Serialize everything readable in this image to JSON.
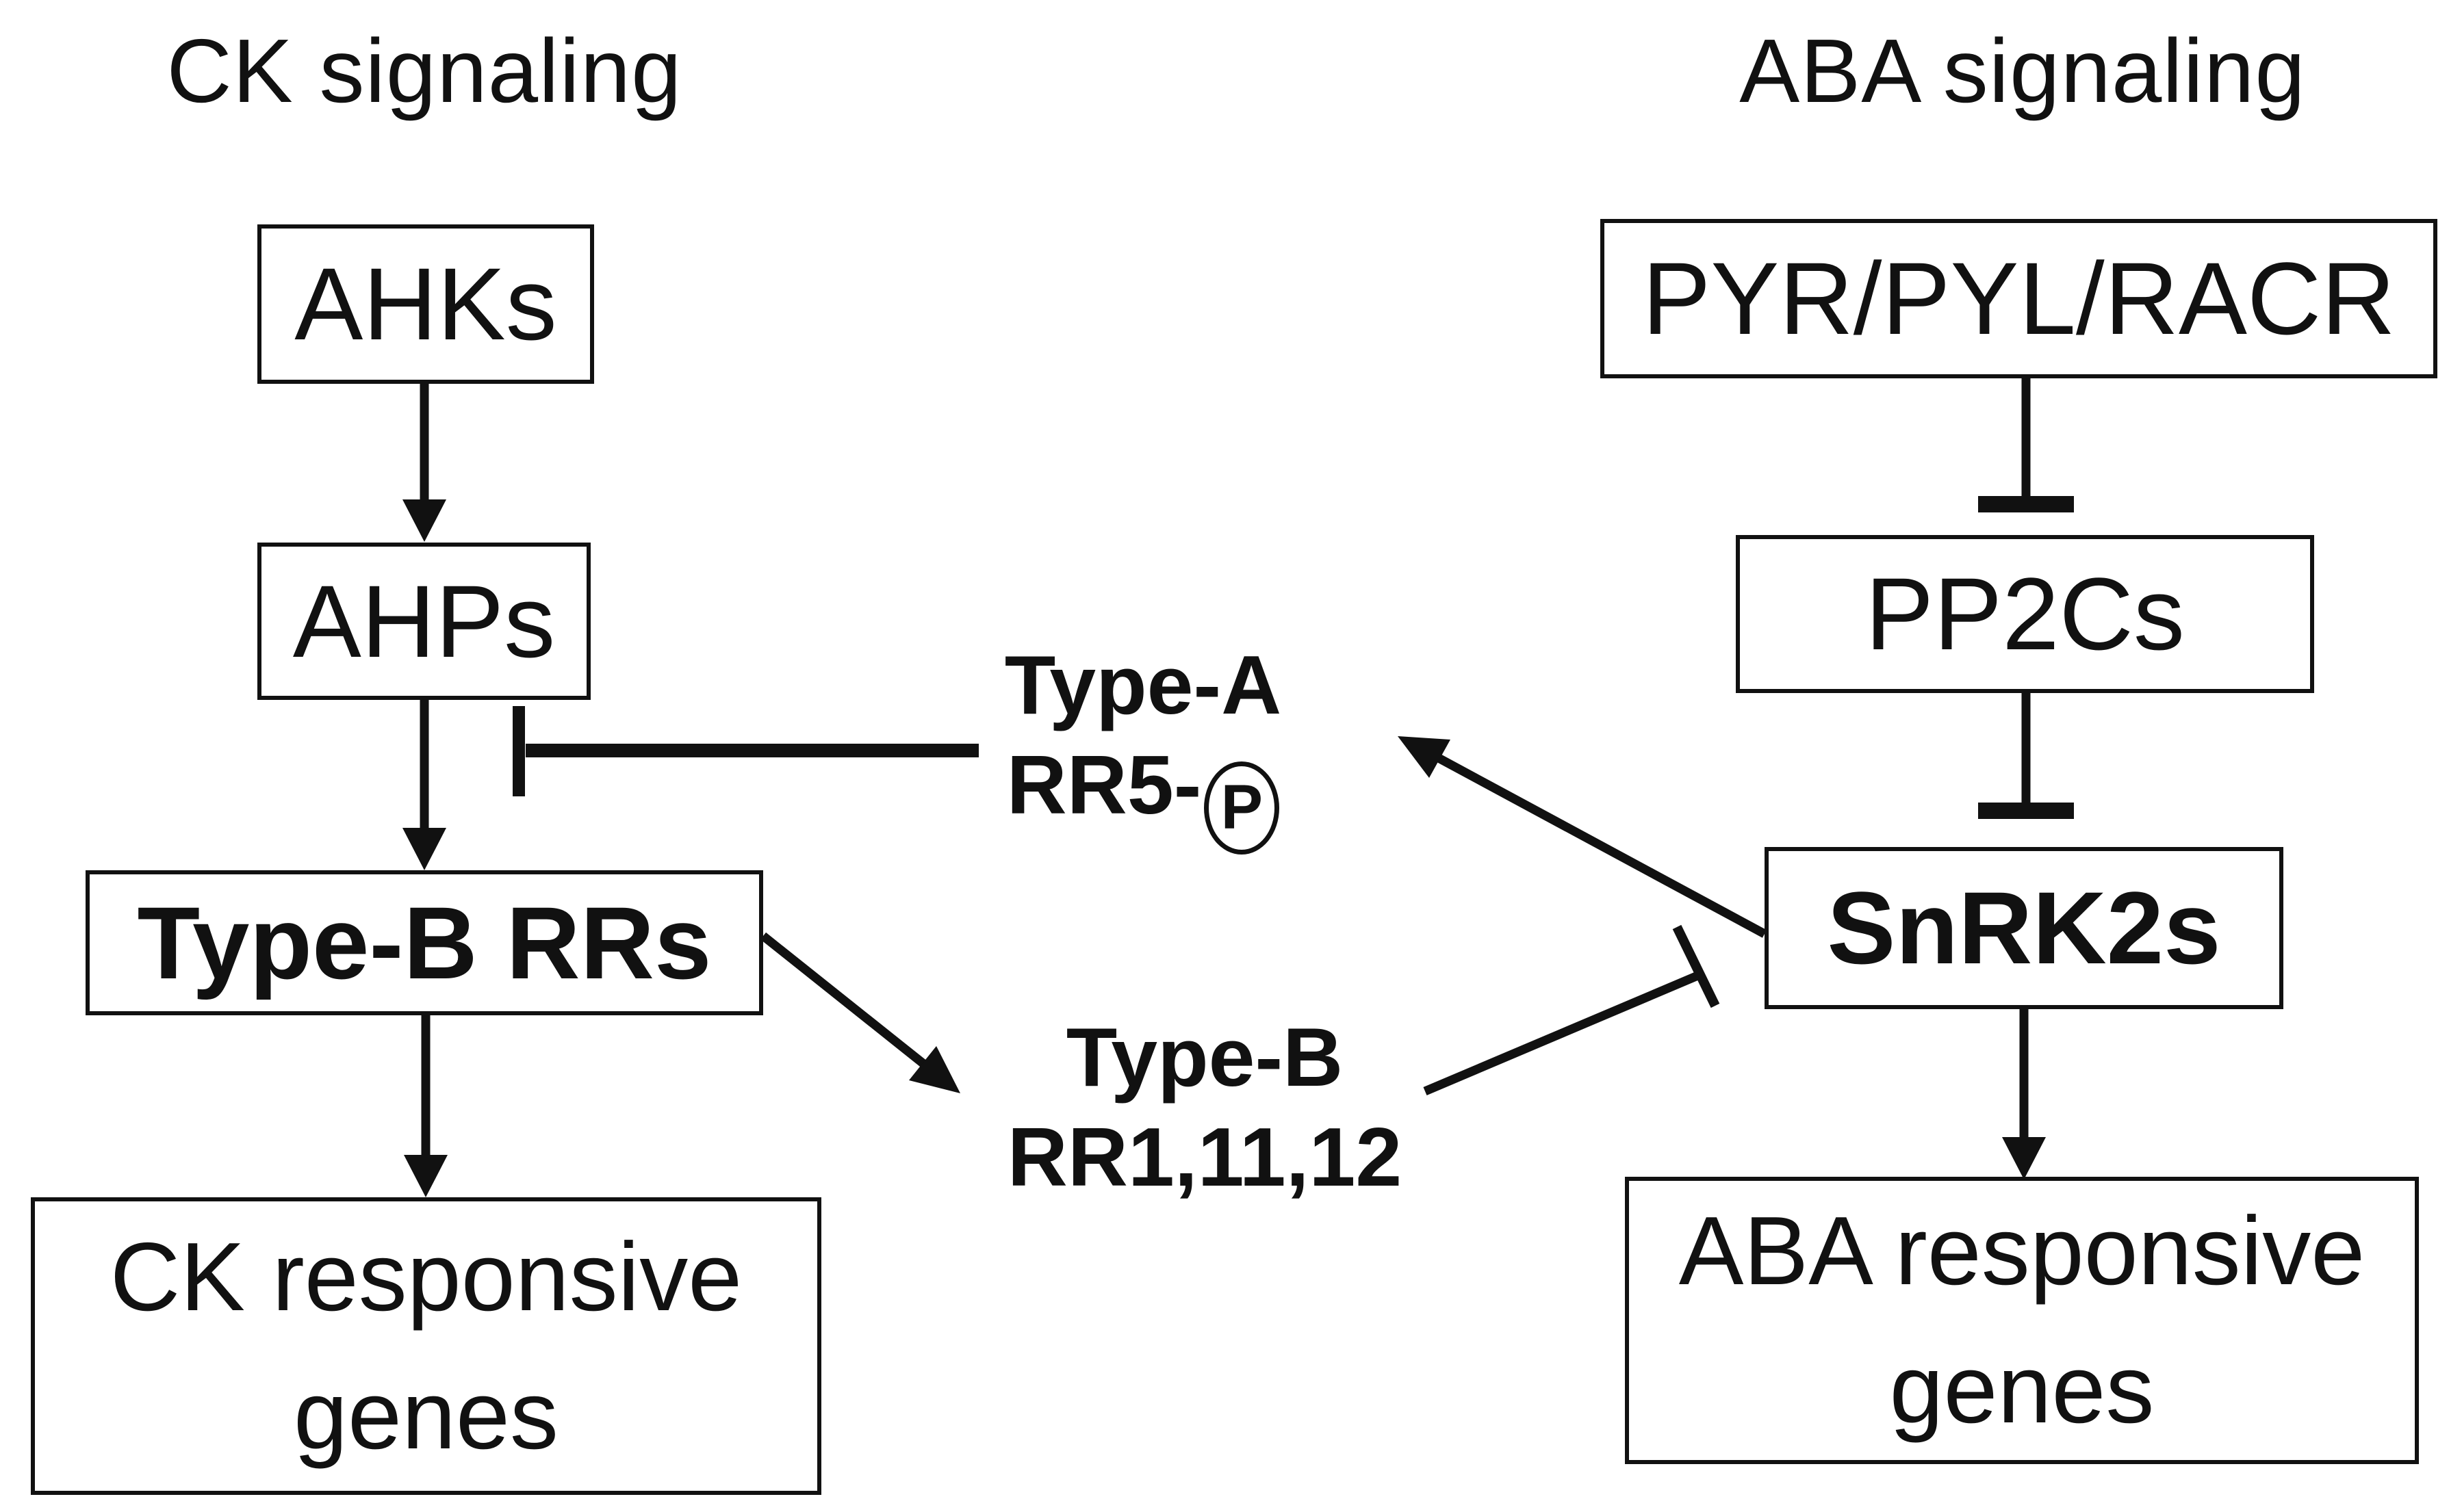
{
  "figure": {
    "left_title": "CK signaling",
    "right_title": "ABA signaling"
  },
  "boxes": {
    "ahks": "AHKs",
    "ahps": "AHPs",
    "type_b_rrs": "Type-B RRs",
    "ck_genes_line1": "CK responsive",
    "ck_genes_line2": "genes",
    "pyr_pyl_racr": "PYR/PYL/RACR",
    "pp2cs": "PP2Cs",
    "snrk2s": "SnRK2s",
    "aba_genes_line1": "ABA responsive",
    "aba_genes_line2": "genes"
  },
  "floating_labels": {
    "type_a_line1": "Type-A",
    "type_a_rr_prefix": "RR5-",
    "type_a_phospho": "P",
    "type_b_line1": "Type-B",
    "type_b_line2": "RR1,11,12"
  },
  "edges": [
    {
      "from": "AHKs",
      "to": "AHPs",
      "type": "activation"
    },
    {
      "from": "AHPs",
      "to": "Type-B RRs",
      "type": "activation"
    },
    {
      "from": "Type-B RRs",
      "to": "CK responsive genes",
      "type": "activation"
    },
    {
      "from": "Type-A RR5-P",
      "to": "AHPs to Type-B RRs transfer",
      "type": "inhibition"
    },
    {
      "from": "Type-B RRs",
      "to": "Type-B RR1,11,12",
      "type": "activation"
    },
    {
      "from": "Type-B RR1,11,12",
      "to": "SnRK2s",
      "type": "inhibition"
    },
    {
      "from": "SnRK2s",
      "to": "Type-A RR5-P",
      "type": "activation"
    },
    {
      "from": "PYR/PYL/RACR",
      "to": "PP2Cs",
      "type": "inhibition"
    },
    {
      "from": "PP2Cs",
      "to": "SnRK2s",
      "type": "inhibition"
    },
    {
      "from": "SnRK2s",
      "to": "ABA responsive genes",
      "type": "activation"
    }
  ],
  "colors": {
    "ink": "#111111",
    "background": "#ffffff"
  }
}
